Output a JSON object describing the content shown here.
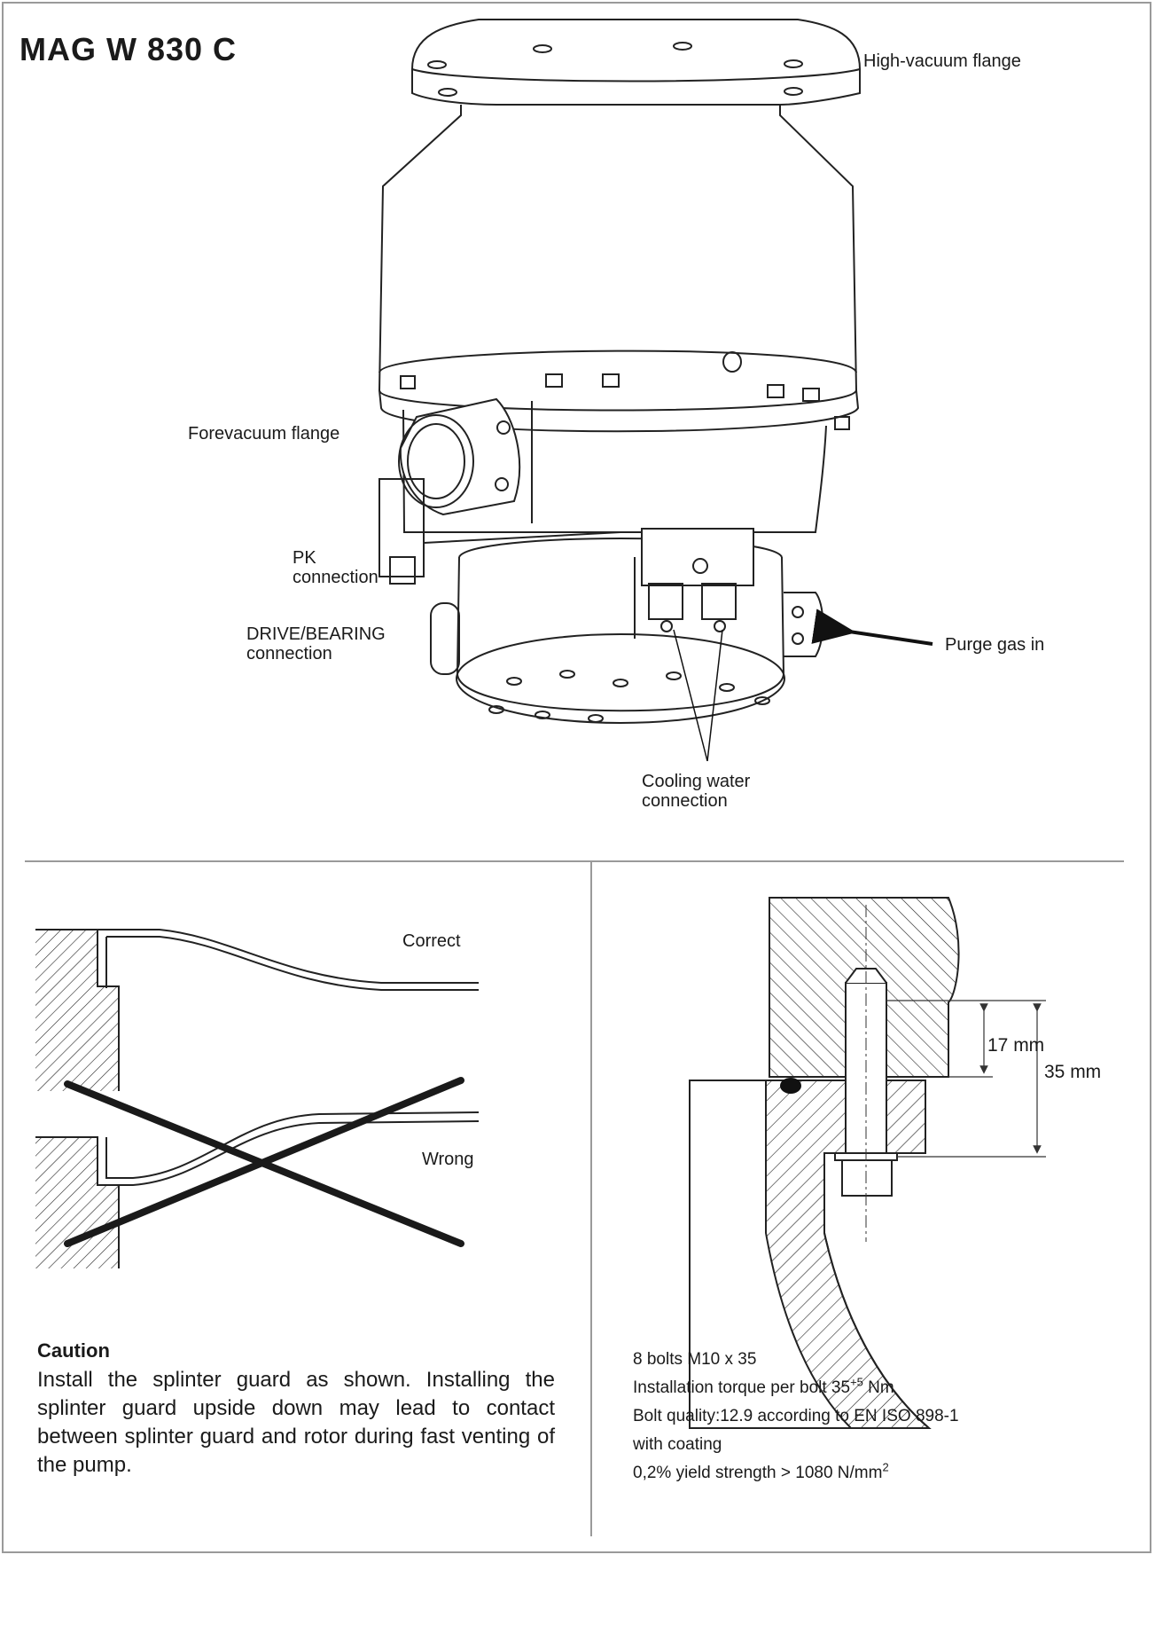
{
  "title": "MAG W 830 C",
  "labels": {
    "high_vacuum_flange": "High-vacuum flange",
    "forevacuum_flange": "Forevacuum flange",
    "pk_line1": "PK",
    "pk_line2": "connection",
    "drive_line1": "DRIVE/BEARING",
    "drive_line2": "connection",
    "purge_gas": "Purge gas in",
    "cooling_line1": "Cooling water",
    "cooling_line2": "connection"
  },
  "splinter": {
    "correct": "Correct",
    "wrong": "Wrong"
  },
  "caution": {
    "heading": "Caution",
    "text": "Install the splinter guard as shown. Installing the splinter guard upside down may lead to contact between splinter guard and rotor during fast venting of the pump."
  },
  "bolt": {
    "dim_17": "17 mm",
    "dim_35": "35 mm",
    "spec1": "8 bolts M10 x 35",
    "spec2_pre": "Installation torque per bolt 35",
    "spec2_sup": "+5",
    "spec2_post": " Nm",
    "spec3": "Bolt quality:12.9 according to EN ISO 898-1",
    "spec4": "with coating",
    "spec5_pre": "0,2% yield strength > 1080 N/mm",
    "spec5_sup": "2"
  }
}
